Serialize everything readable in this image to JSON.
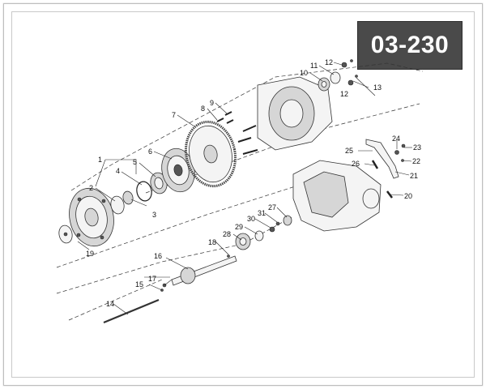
{
  "diagram_code": "03-230",
  "callouts": [
    "1",
    "2",
    "3",
    "4",
    "5",
    "6",
    "7",
    "8",
    "9",
    "10",
    "11",
    "12",
    "12",
    "13",
    "14",
    "15",
    "16",
    "17",
    "18",
    "19",
    "20",
    "21",
    "22",
    "23",
    "24",
    "25",
    "26",
    "27",
    "28",
    "29",
    "30",
    "31"
  ]
}
